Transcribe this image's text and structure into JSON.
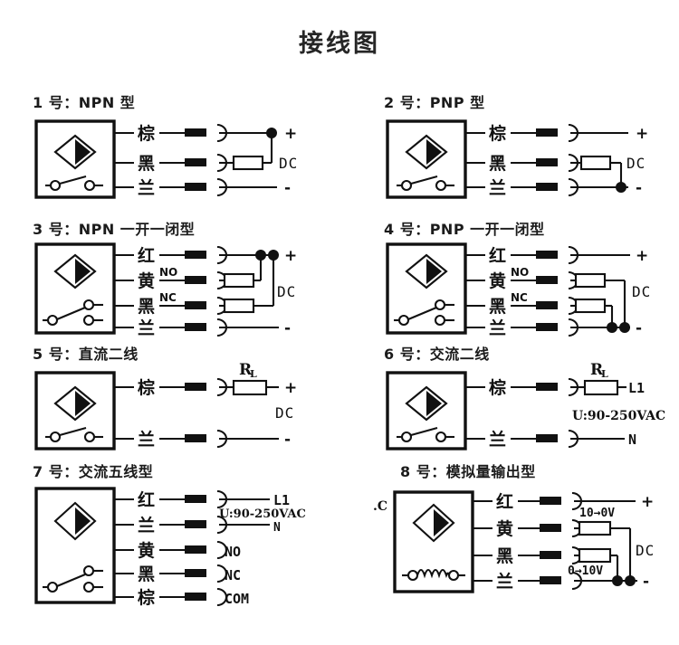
{
  "page": {
    "title": "接线图",
    "watermark": ".C"
  },
  "labels": {
    "wire_brown": "棕",
    "wire_black": "黑",
    "wire_blue": "兰",
    "wire_red": "红",
    "wire_yellow": "黄",
    "no": "NO",
    "nc": "NC",
    "com": "COM",
    "plus": "+",
    "minus": "-",
    "dc": "DC",
    "l1": "L1",
    "n": "N",
    "rl": "R",
    "rl_sub": "L",
    "vac": "U:90-250VAC",
    "analog_high": "10→0V",
    "analog_low": "0→10V"
  },
  "diagrams": [
    {
      "id": "diagram-1",
      "number": "1",
      "title": "1 号：NPN 型",
      "wires": [
        {
          "label": "棕",
          "terminal": "+"
        },
        {
          "label": "黑",
          "terminal": "DC"
        },
        {
          "label": "兰",
          "terminal": "-"
        }
      ],
      "supply": "DC",
      "load_count": 1,
      "switch_type": "spst"
    },
    {
      "id": "diagram-2",
      "number": "2",
      "title": "2 号：PNP 型",
      "wires": [
        {
          "label": "棕",
          "terminal": "+"
        },
        {
          "label": "黑",
          "terminal": "DC"
        },
        {
          "label": "兰",
          "terminal": "-"
        }
      ],
      "supply": "DC",
      "load_count": 1,
      "switch_type": "spst"
    },
    {
      "id": "diagram-3",
      "number": "3",
      "title": "3 号：NPN 一开一闭型",
      "wires": [
        {
          "label": "红",
          "terminal": "+",
          "contact": ""
        },
        {
          "label": "黄",
          "terminal": "",
          "contact": "NO"
        },
        {
          "label": "黑",
          "terminal": "DC",
          "contact": "NC"
        },
        {
          "label": "兰",
          "terminal": "-",
          "contact": ""
        }
      ],
      "supply": "DC",
      "load_count": 2,
      "switch_type": "spdt"
    },
    {
      "id": "diagram-4",
      "number": "4",
      "title": "4 号：PNP 一开一闭型",
      "wires": [
        {
          "label": "红",
          "terminal": "+",
          "contact": ""
        },
        {
          "label": "黄",
          "terminal": "",
          "contact": "NO"
        },
        {
          "label": "黑",
          "terminal": "DC",
          "contact": "NC"
        },
        {
          "label": "兰",
          "terminal": "-",
          "contact": ""
        }
      ],
      "supply": "DC",
      "load_count": 2,
      "switch_type": "spdt"
    },
    {
      "id": "diagram-5",
      "number": "5",
      "title": "5 号：直流二线",
      "wires": [
        {
          "label": "棕",
          "terminal": "+"
        },
        {
          "label": "兰",
          "terminal": "-"
        }
      ],
      "supply": "DC",
      "load_label": "RL",
      "load_count": 1,
      "switch_type": "spst"
    },
    {
      "id": "diagram-6",
      "number": "6",
      "title": "6 号：交流二线",
      "wires": [
        {
          "label": "棕",
          "terminal": "L1"
        },
        {
          "label": "兰",
          "terminal": "N"
        }
      ],
      "supply": "U:90-250VAC",
      "load_label": "RL",
      "load_count": 1,
      "switch_type": "spst"
    },
    {
      "id": "diagram-7",
      "number": "7",
      "title": "7 号：交流五线型",
      "wires": [
        {
          "label": "红",
          "terminal": "L1"
        },
        {
          "label": "兰",
          "terminal": "N"
        },
        {
          "label": "黄",
          "terminal": "NO"
        },
        {
          "label": "黑",
          "terminal": "NC"
        },
        {
          "label": "棕",
          "terminal": "COM"
        }
      ],
      "supply": "U:90-250VAC",
      "load_count": 0,
      "switch_type": "spdt"
    },
    {
      "id": "diagram-8",
      "number": "8",
      "title": "8 号：模拟量输出型",
      "wires": [
        {
          "label": "红",
          "terminal": "+"
        },
        {
          "label": "黄",
          "terminal": "10→0V"
        },
        {
          "label": "黑",
          "terminal": "0→10V"
        },
        {
          "label": "兰",
          "terminal": "-"
        }
      ],
      "supply": "DC",
      "load_count": 2,
      "switch_type": "coil"
    }
  ]
}
